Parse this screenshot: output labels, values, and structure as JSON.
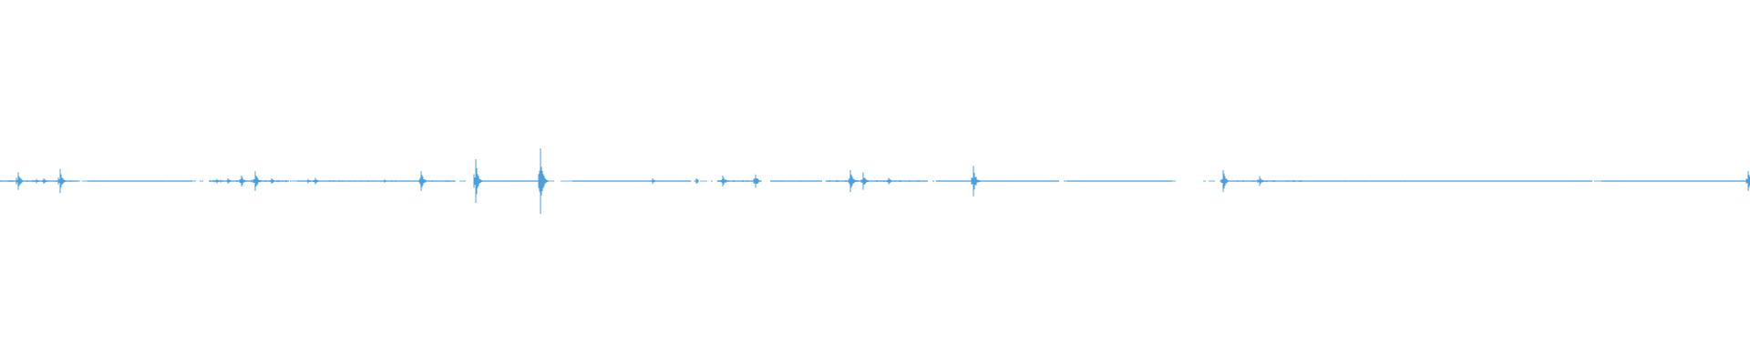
{
  "waveform": {
    "color": "#4a9fdc",
    "background": "#ffffff",
    "baseline_level": 0.0,
    "peaks": [
      {
        "t": 0.0102,
        "amp": 0.16
      },
      {
        "t": 0.0208,
        "amp": 0.04
      },
      {
        "t": 0.025,
        "amp": 0.05
      },
      {
        "t": 0.0345,
        "amp": 0.22
      },
      {
        "t": 0.124,
        "amp": 0.04
      },
      {
        "t": 0.13,
        "amp": 0.05
      },
      {
        "t": 0.138,
        "amp": 0.1
      },
      {
        "t": 0.146,
        "amp": 0.18
      },
      {
        "t": 0.155,
        "amp": 0.05
      },
      {
        "t": 0.176,
        "amp": 0.04
      },
      {
        "t": 0.18,
        "amp": 0.06
      },
      {
        "t": 0.22,
        "amp": 0.03
      },
      {
        "t": 0.2405,
        "amp": 0.18
      },
      {
        "t": 0.2718,
        "amp": 0.4
      },
      {
        "t": 0.309,
        "amp": 0.6
      },
      {
        "t": 0.373,
        "amp": 0.05
      },
      {
        "t": 0.398,
        "amp": 0.05
      },
      {
        "t": 0.413,
        "amp": 0.1
      },
      {
        "t": 0.432,
        "amp": 0.12
      },
      {
        "t": 0.486,
        "amp": 0.2
      },
      {
        "t": 0.493,
        "amp": 0.16
      },
      {
        "t": 0.508,
        "amp": 0.06
      },
      {
        "t": 0.556,
        "amp": 0.28
      },
      {
        "t": 0.699,
        "amp": 0.2
      },
      {
        "t": 0.72,
        "amp": 0.09
      },
      {
        "t": 0.999,
        "amp": 0.18
      }
    ],
    "active_segments": [
      {
        "start": 0.0,
        "end": 0.045,
        "amp": 0.014
      },
      {
        "start": 0.05,
        "end": 0.11,
        "amp": 0.008
      },
      {
        "start": 0.12,
        "end": 0.165,
        "amp": 0.02
      },
      {
        "start": 0.17,
        "end": 0.26,
        "amp": 0.01
      },
      {
        "start": 0.272,
        "end": 0.309,
        "amp": 0.006
      },
      {
        "start": 0.327,
        "end": 0.395,
        "amp": 0.006
      },
      {
        "start": 0.41,
        "end": 0.435,
        "amp": 0.016
      },
      {
        "start": 0.44,
        "end": 0.47,
        "amp": 0.008
      },
      {
        "start": 0.472,
        "end": 0.53,
        "amp": 0.014
      },
      {
        "start": 0.535,
        "end": 0.605,
        "amp": 0.007
      },
      {
        "start": 0.61,
        "end": 0.67,
        "amp": 0.007
      },
      {
        "start": 0.698,
        "end": 0.745,
        "amp": 0.014
      },
      {
        "start": 0.745,
        "end": 0.81,
        "amp": 0.008
      },
      {
        "start": 0.81,
        "end": 0.86,
        "amp": 0.007
      },
      {
        "start": 0.86,
        "end": 0.91,
        "amp": 0.007
      },
      {
        "start": 0.915,
        "end": 0.999,
        "amp": 0.006
      }
    ]
  }
}
